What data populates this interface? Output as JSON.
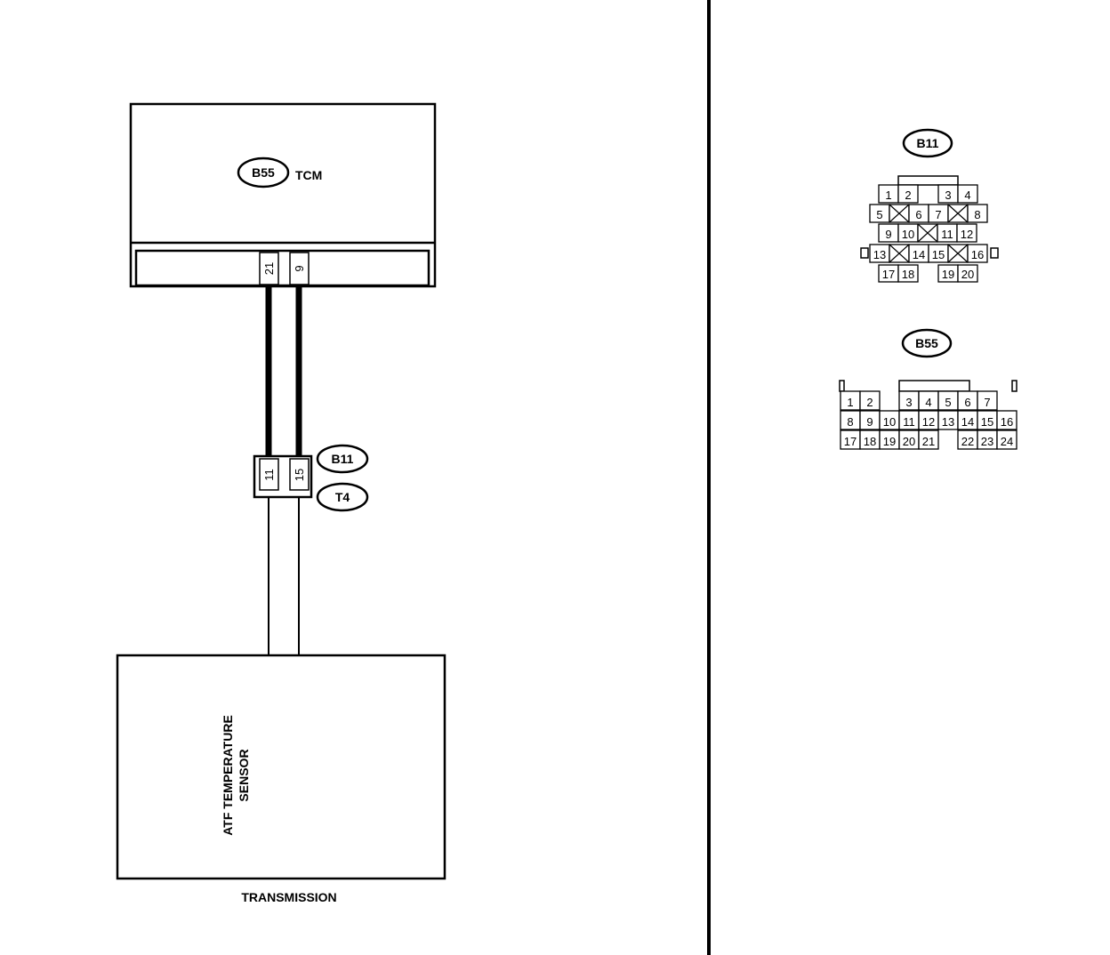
{
  "tcm": {
    "connector": "B55",
    "name": "TCM"
  },
  "tcm_pins": [
    "21",
    "9"
  ],
  "joint": {
    "pins": [
      "11",
      "15"
    ],
    "connectors": [
      "B11",
      "T4"
    ]
  },
  "sensor": {
    "label_line1": "ATF TEMPERATURE",
    "label_line2": "SENSOR"
  },
  "transmission": {
    "label": "TRANSMISSION"
  },
  "b11_view": {
    "title": "B11",
    "rows": [
      [
        "1",
        "2",
        "3",
        "4"
      ],
      [
        "5",
        "6",
        "7",
        "8"
      ],
      [
        "9",
        "10",
        "11",
        "12"
      ],
      [
        "13",
        "14",
        "15",
        "16"
      ],
      [
        "17",
        "18",
        "19",
        "20"
      ]
    ]
  },
  "b55_view": {
    "title": "B55",
    "rows": [
      [
        "1",
        "2",
        "3",
        "4",
        "5",
        "6",
        "7"
      ],
      [
        "8",
        "9",
        "10",
        "11",
        "12",
        "13",
        "14",
        "15",
        "16"
      ],
      [
        "17",
        "18",
        "19",
        "20",
        "21",
        "22",
        "23",
        "24"
      ]
    ]
  }
}
